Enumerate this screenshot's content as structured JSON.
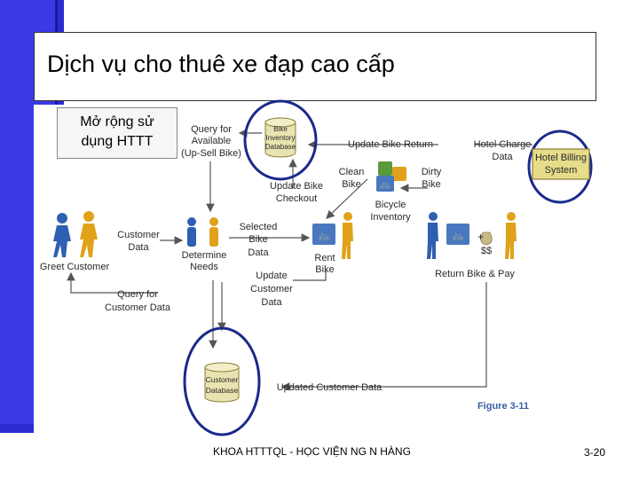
{
  "slide": {
    "title": "Dịch vụ cho thuê xe đạp cao cấp",
    "note_line1": "Mở rộng sử",
    "note_line2": "dụng HTTT",
    "footer": "KHOA HTTTQL - HỌC VIỆN NG N HÀNG",
    "page_number": "3-20"
  },
  "diagram": {
    "bike_db_line1": "Bike",
    "bike_db_line2": "Inventory",
    "bike_db_line3": "Database",
    "customer_db_line1": "Customer",
    "customer_db_line2": "Database",
    "hotel_line1": "Hotel Billing",
    "hotel_line2": "System",
    "query_available_1": "Query for",
    "query_available_2": "Available",
    "query_available_3": "(Up-Sell Bike)",
    "update_bike_return": "Update Bike Return",
    "hotel_charge_1": "Hotel Charge",
    "hotel_charge_2": "Data",
    "update_checkout_1": "Update Bike",
    "update_checkout_2": "Checkout",
    "clean_bike_1": "Clean",
    "clean_bike_2": "Bike",
    "dirty_bike_1": "Dirty",
    "dirty_bike_2": "Bike",
    "bicycle_inventory_1": "Bicycle",
    "bicycle_inventory_2": "Inventory",
    "customer_data_1": "Customer",
    "customer_data_2": "Data",
    "selected_bike_1": "Selected",
    "selected_bike_2": "Bike",
    "selected_bike_3": "Data",
    "greet_customer": "Greet Customer",
    "determine_needs_1": "Determine",
    "determine_needs_2": "Needs",
    "rent_bike_1": "Rent",
    "rent_bike_2": "Bike",
    "return_bike_pay": "Return Bike & Pay",
    "money": "$$",
    "plus": "+",
    "query_customer_1": "Query for",
    "query_customer_2": "Customer Data",
    "update_customer_1": "Update",
    "update_customer_2": "Customer",
    "update_customer_3": "Data",
    "updated_customer_data": "Updated Customer Data",
    "figure_label": "Figure 3-11"
  },
  "colors": {
    "sidebar": "#3a3ae6",
    "person_blue": "#2f5fb0",
    "person_gold": "#e0a21a",
    "highlight_circle": "#1a2a8a",
    "db_fill": "#e8e3b0",
    "hotel_fill": "#e6dc8a",
    "arrow": "#555555",
    "figure_label": "#3a5fa0"
  }
}
